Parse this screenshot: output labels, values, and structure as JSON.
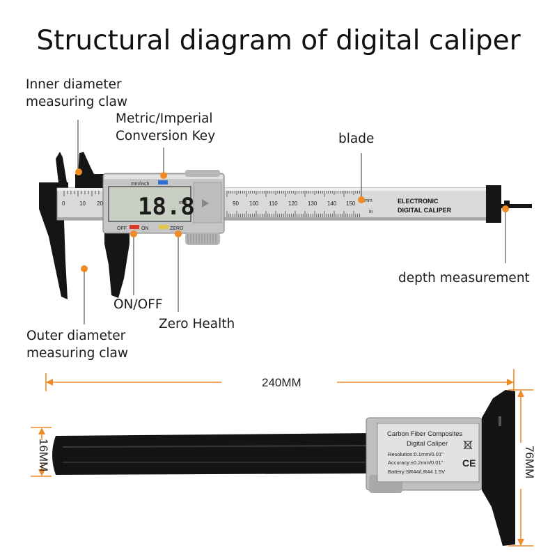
{
  "title": "Structural diagram of digital caliper",
  "colors": {
    "accent": "#f08a24",
    "body": "#151515",
    "blade": "#d8d8d8",
    "lcd": "#c9cfc2",
    "housing": "#c4c4c4",
    "on_button": "#d93a2a",
    "mode_button": "#2f6fd0",
    "zero_button": "#e2c84a"
  },
  "callouts": {
    "inner_claw": "Inner diameter\nmeasuring claw",
    "conversion_key": "Metric/Imperial\nConversion Key",
    "blade": "blade",
    "depth": "depth measurement",
    "on_off": "ON/OFF",
    "zero": "Zero Health",
    "outer_claw": "Outer diameter\nmeasuring claw"
  },
  "caliper": {
    "lcd_reading": "18.8",
    "lcd_unit": "mm",
    "mode_label": "mm/inch",
    "off_label": "OFF",
    "on_label": "ON",
    "zero_label": "ZERO",
    "brand_line1": "ELECTRONIC",
    "brand_line2": "DIGITAL CALIPER",
    "unit_mm": "mm",
    "unit_in": "in",
    "scale_ticks": [
      "0",
      "10",
      "20",
      "90",
      "100",
      "110",
      "120",
      "130",
      "140",
      "150"
    ]
  },
  "dimensions": {
    "length": "240MM",
    "thickness": "16MM",
    "height": "76MM"
  },
  "label_plate": {
    "line1": "Carbon Fiber Composites",
    "line2": "Digital Caliper",
    "resolution": "Resolution:0.1mm/0.01\"",
    "accuracy": "Accuracy:±0.2mm/0.01\"",
    "battery": "Battery:SR44/LR44 1.5V",
    "mark": "CE"
  }
}
